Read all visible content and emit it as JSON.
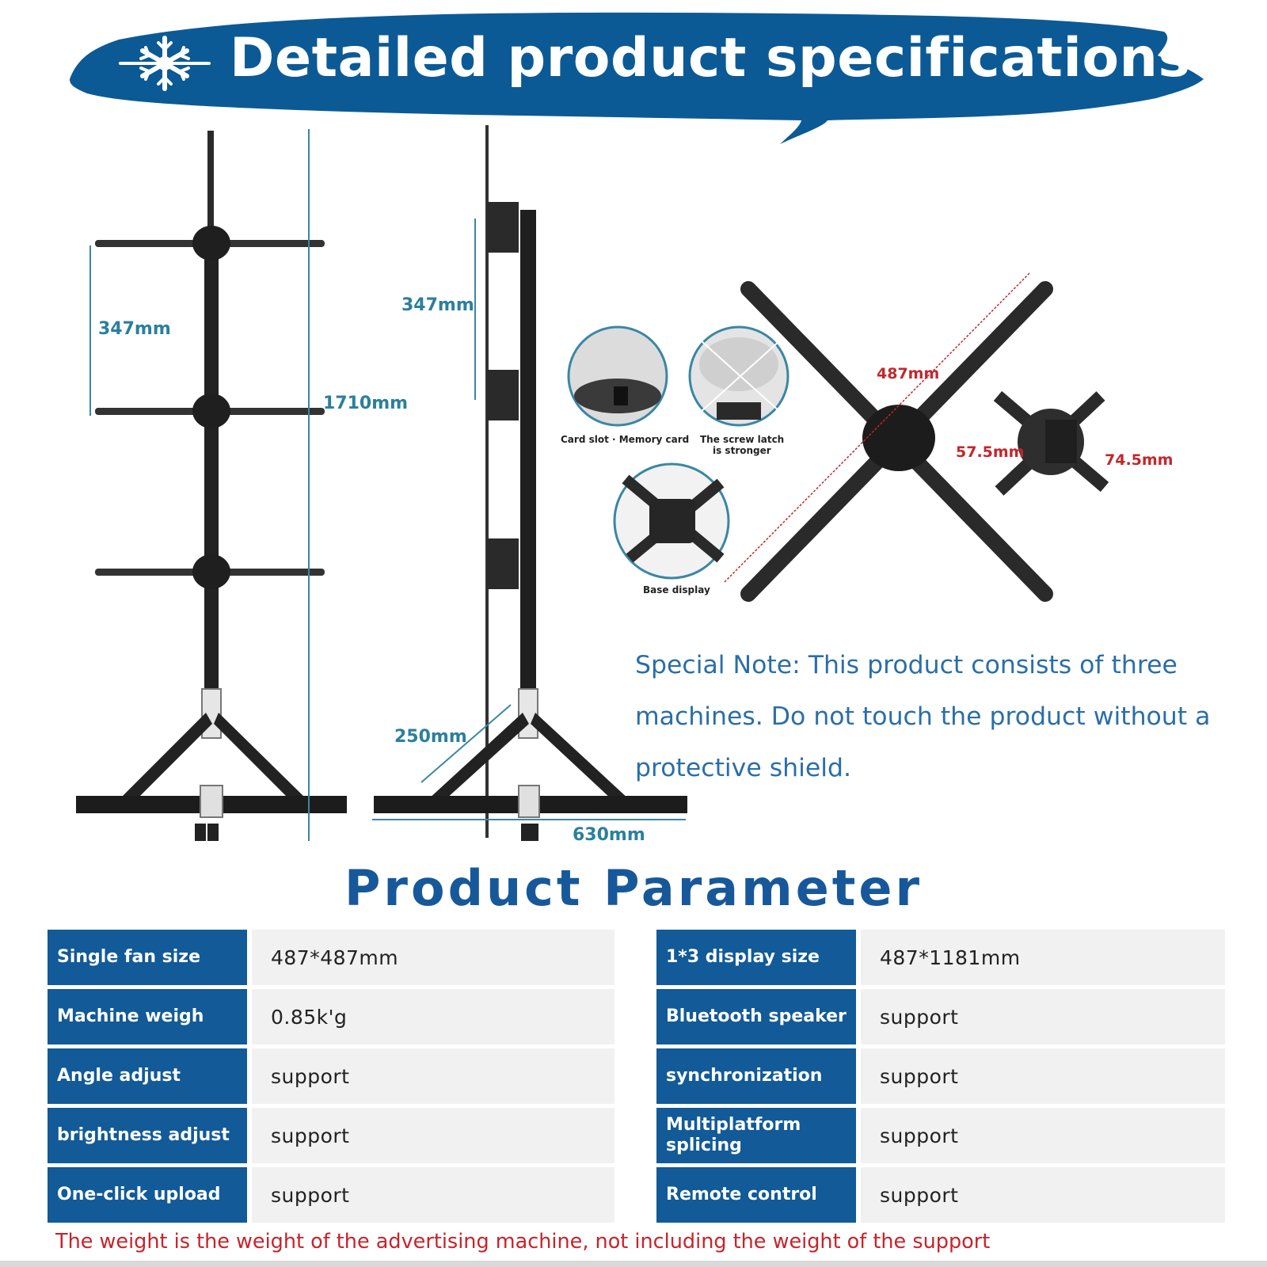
{
  "header": {
    "title": "Detailed product specifications",
    "banner_color": "#0b5a96",
    "icon": "snowflake-icon"
  },
  "diagram": {
    "front_view": {
      "fan_spacing_label": "347mm",
      "height_label": "1710mm"
    },
    "side_view": {
      "fan_spacing_label": "347mm",
      "leg_label": "250mm",
      "base_width_label": "630mm"
    },
    "detail_captions": {
      "card_slot": "Card slot · Memory card",
      "screw_latch_line1": "The screw latch",
      "screw_latch_line2": "is stronger",
      "base_display": "Base display"
    },
    "fan_dims": {
      "diameter_label": "487mm",
      "hub_width_label": "57.5mm",
      "hub_depth_label": "74.5mm"
    }
  },
  "note": {
    "text": "Special Note: This product consists of three machines. Do not touch the product without a protective shield."
  },
  "parameters": {
    "title": "Product Parameter",
    "left": [
      {
        "label": "Single fan size",
        "value": "487*487mm"
      },
      {
        "label": "Machine weigh",
        "value": "0.85k'g"
      },
      {
        "label": "Angle adjust",
        "value": "support"
      },
      {
        "label": "brightness adjust",
        "value": "support"
      },
      {
        "label": "One-click upload",
        "value": "support"
      }
    ],
    "right": [
      {
        "label": "1*3 display size",
        "value": "487*1181mm"
      },
      {
        "label": "Bluetooth speaker",
        "value": "support"
      },
      {
        "label": "synchronization",
        "value": "support"
      },
      {
        "label": "Multiplatform splicing",
        "value": "support"
      },
      {
        "label": "Remote control",
        "value": "support"
      }
    ]
  },
  "footnote": "The weight is the weight of the advertising machine, not including the weight of the support",
  "colors": {
    "label_bg": "#125a98",
    "dimension_text": "#2b7f9e",
    "warning_text": "#c8232a",
    "note_text": "#2a6ea8"
  }
}
